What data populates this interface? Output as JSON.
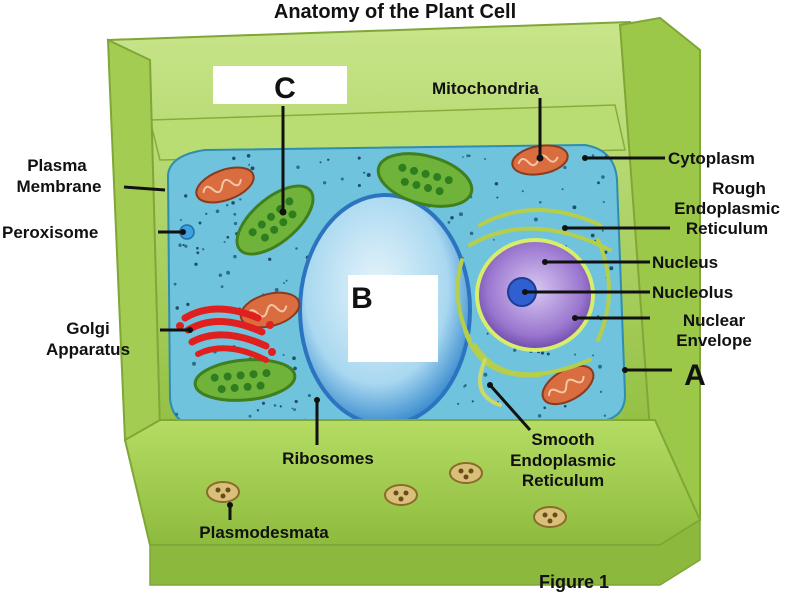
{
  "title": "Anatomy of the Plant Cell",
  "caption": "Figure 1",
  "placeholders": {
    "c": "C",
    "b": "B",
    "a": "A"
  },
  "labels": {
    "mitochondria": "Mitochondria",
    "cytoplasm": "Cytoplasm",
    "rough_er": [
      "Rough",
      "Endoplasmic",
      "Reticulum"
    ],
    "nucleus": "Nucleus",
    "nucleolus": "Nucleolus",
    "nuclear_envelope": [
      "Nuclear",
      "Envelope"
    ],
    "plasma_membrane": [
      "Plasma",
      "Membrane"
    ],
    "peroxisome": "Peroxisome",
    "golgi": [
      "Golgi",
      "Apparatus"
    ],
    "ribosomes": "Ribosomes",
    "smooth_er": [
      "Smooth",
      "Endoplasmic",
      "Reticulum"
    ],
    "plasmodesmata": "Plasmodesmata"
  },
  "colors": {
    "cell_wall": "#a6cf4f",
    "cell_wall_dark": "#7fa637",
    "cytoplasm": "#6fc3dc",
    "vacuole": "#bfe3f5",
    "nucleus": "#b08fd8",
    "golgi": "#e0201f",
    "chloroplast": "#6fb33a"
  }
}
